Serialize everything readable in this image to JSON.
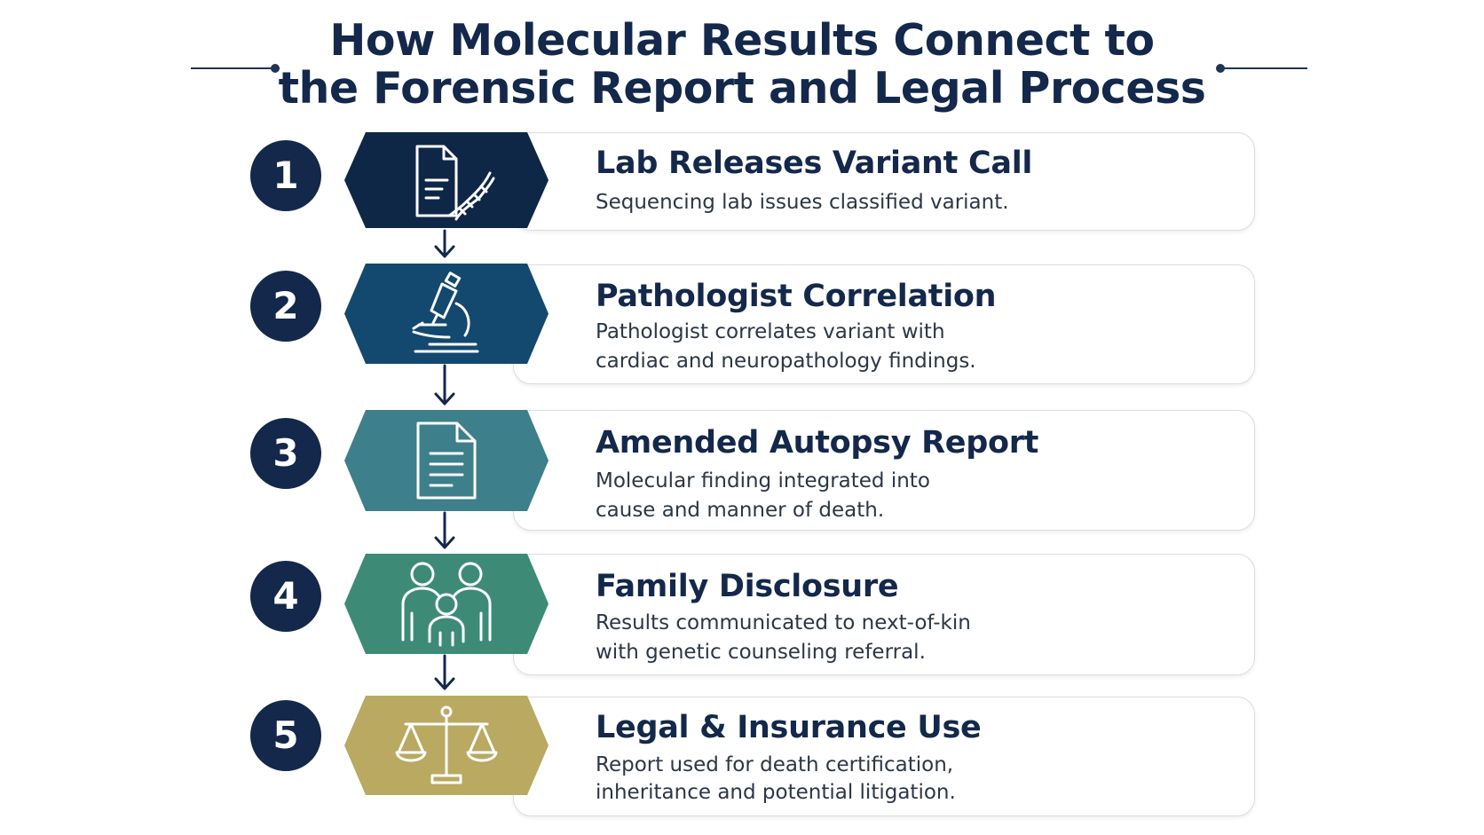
{
  "title": {
    "line1": "How Molecular Results Connect to",
    "line2": "the Forensic Report and Legal Process"
  },
  "colors": {
    "navy": "#13284a",
    "step1": "#0f2747",
    "step2": "#13486f",
    "step3": "#3d7f8b",
    "step4": "#3d8b77",
    "step5": "#b9a961"
  },
  "steps": [
    {
      "number": "1",
      "title": "Lab Releases Variant Call",
      "desc_line1": "Sequencing lab issues classified variant.",
      "desc_line2": "",
      "icon": "document-dna-icon"
    },
    {
      "number": "2",
      "title": "Pathologist Correlation",
      "desc_line1": "Pathologist correlates  variant with",
      "desc_line2": "cardiac and neuropathology findings.",
      "icon": "microscope-icon"
    },
    {
      "number": "3",
      "title": "Amended Autopsy Report",
      "desc_line1": "Molecular finding integrated into",
      "desc_line2": "cause and manner of death.",
      "icon": "document-icon"
    },
    {
      "number": "4",
      "title": "Family Disclosure",
      "desc_line1": "Results communicated to next-of-kin",
      "desc_line2": "with genetic counseling referral.",
      "icon": "family-icon"
    },
    {
      "number": "5",
      "title": "Legal & Insurance Use",
      "desc_line1": "Report used for death certification,",
      "desc_line2": "inheritance and potential litigation.",
      "icon": "scales-icon"
    }
  ]
}
